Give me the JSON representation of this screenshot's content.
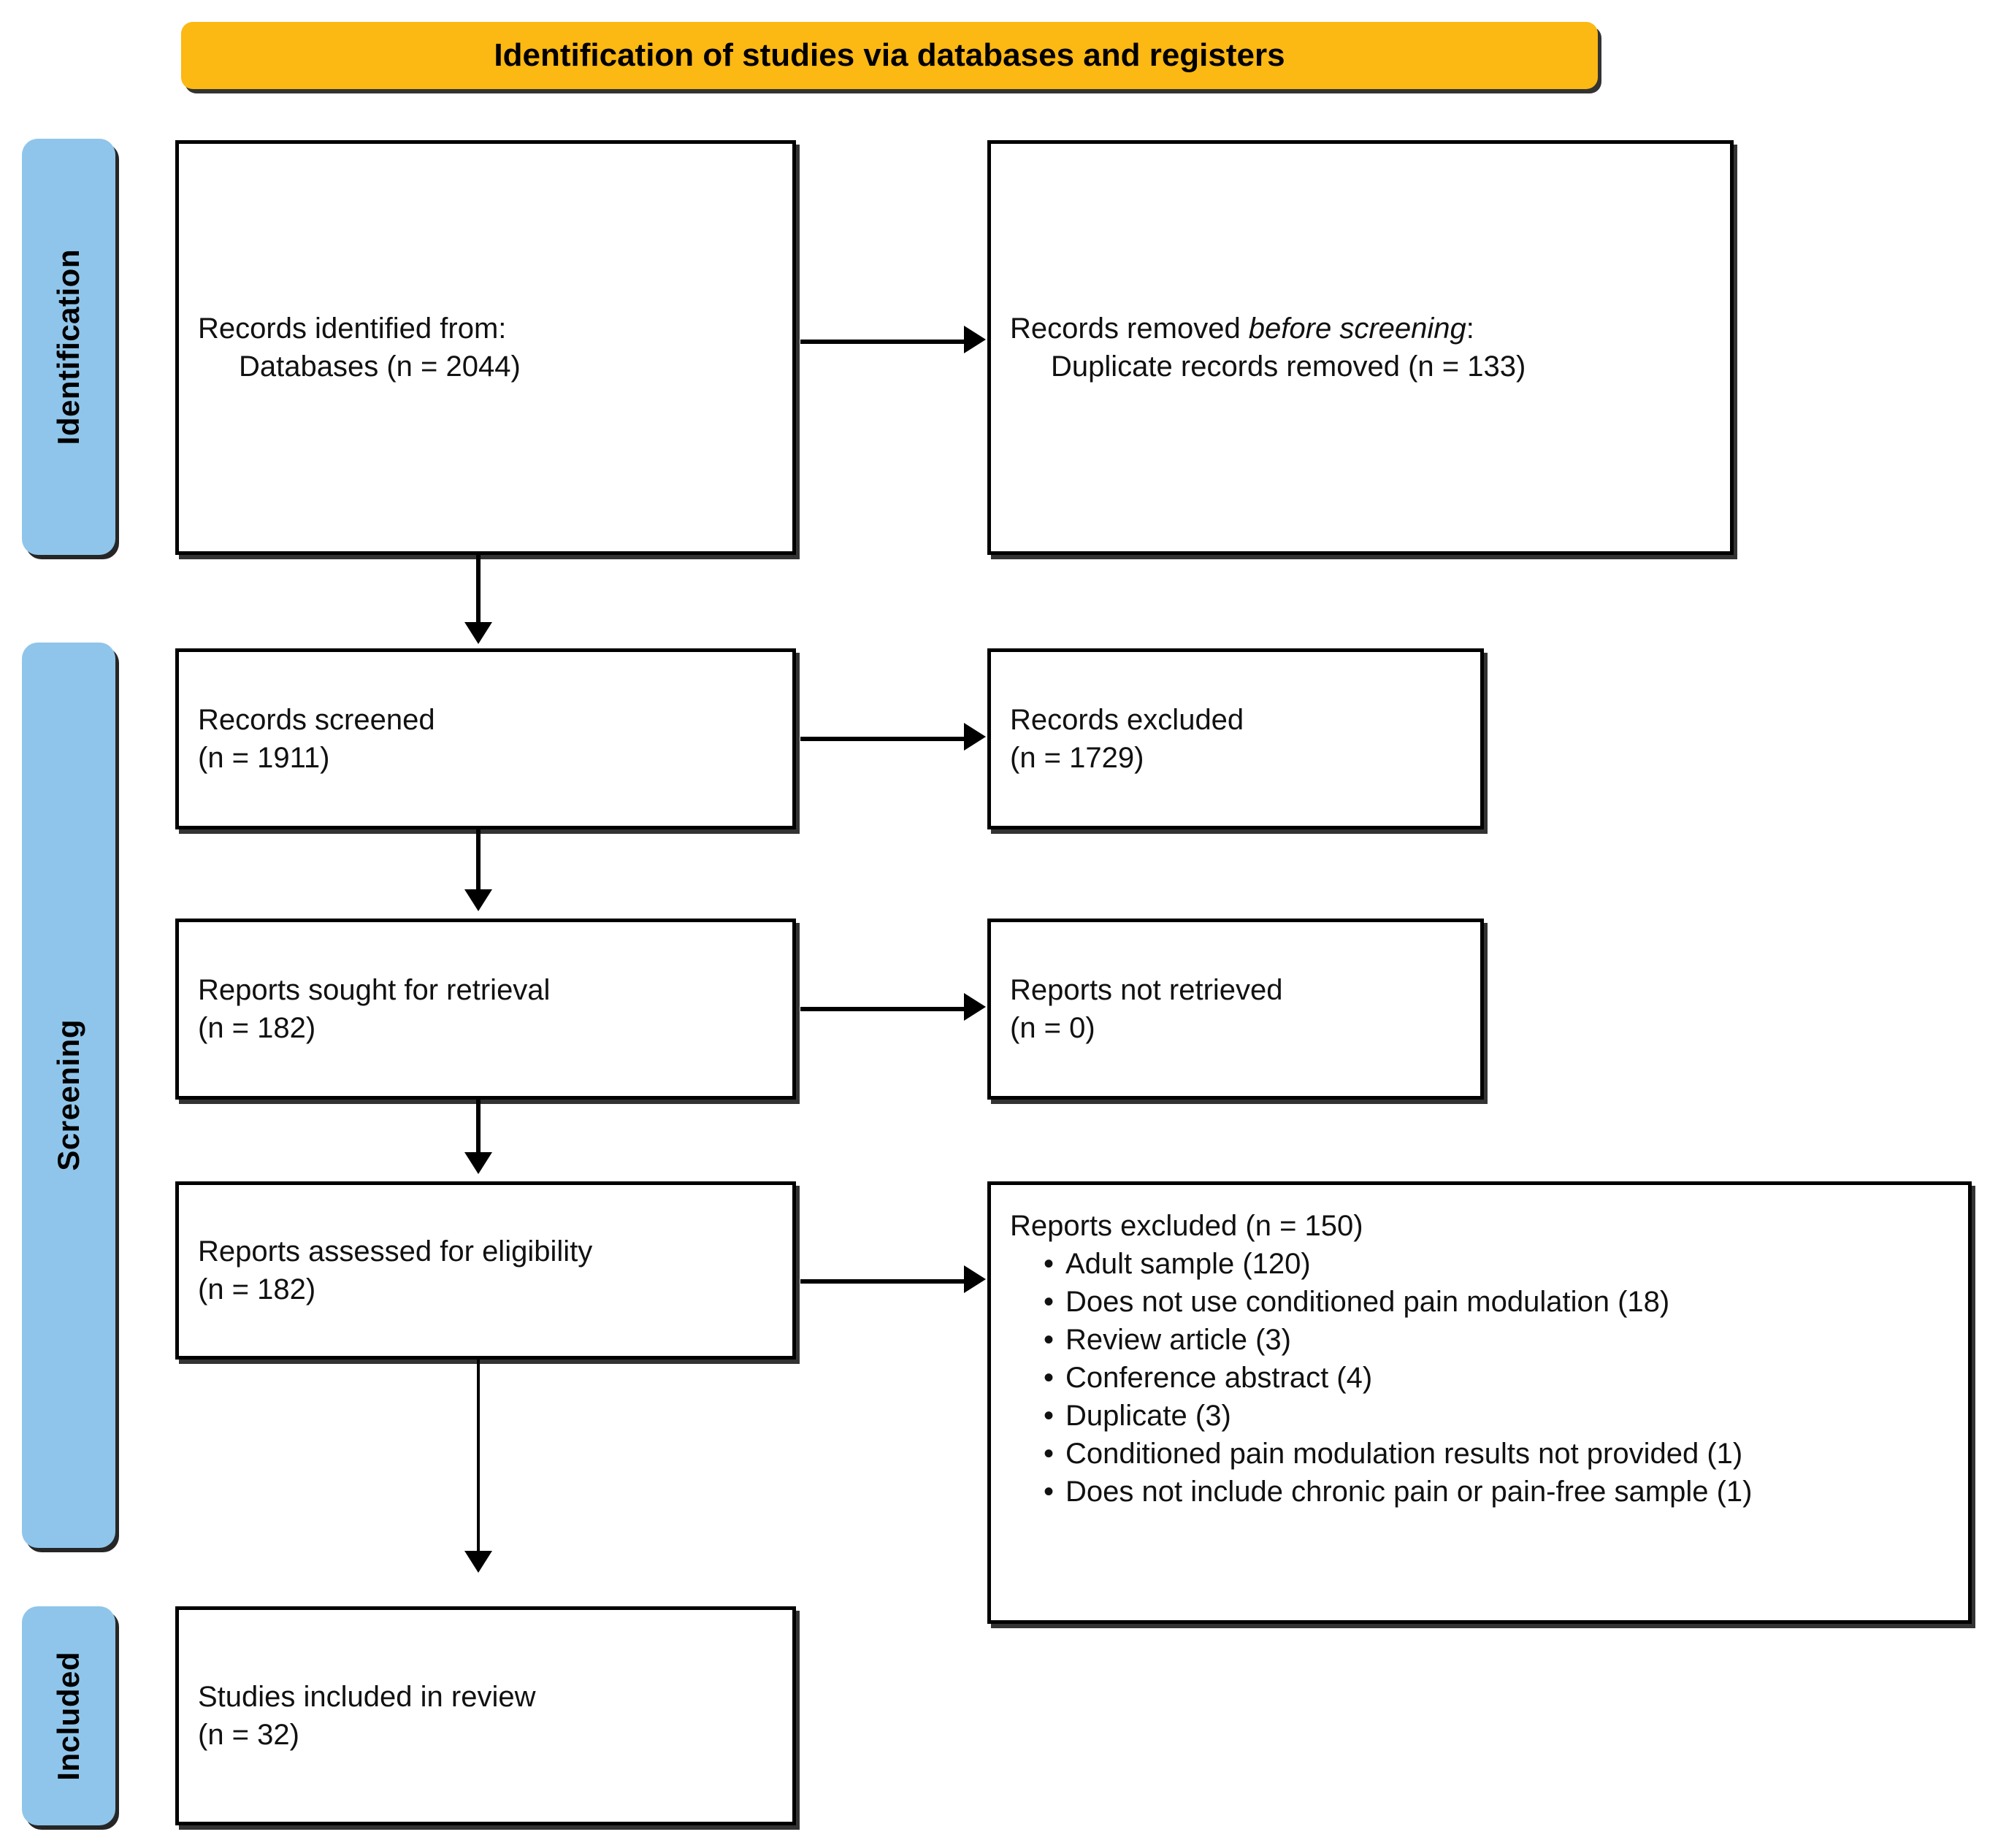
{
  "banner": {
    "title": "Identification of studies via databases and registers"
  },
  "stages": [
    {
      "id": "identification",
      "label": "Identification"
    },
    {
      "id": "screening",
      "label": "Screening"
    },
    {
      "id": "included",
      "label": "Included"
    }
  ],
  "boxes": {
    "identified": {
      "line1": "Records identified from:",
      "line2": "Databases (n = 2044)"
    },
    "removed": {
      "line1_prefix": "Records removed ",
      "line1_italic": "before screening",
      "line1_suffix": ":",
      "line2": "Duplicate records removed (n = 133)"
    },
    "screened": {
      "line1": "Records screened",
      "line2": "(n = 1911)"
    },
    "excluded": {
      "line1": "Records excluded",
      "line2": "(n = 1729)"
    },
    "sought": {
      "line1": "Reports sought for retrieval",
      "line2": "(n = 182)"
    },
    "not_retrieved": {
      "line1": "Reports not retrieved",
      "line2": "(n = 0)"
    },
    "assessed": {
      "line1": "Reports assessed for eligibility",
      "line2": "(n = 182)"
    },
    "reports_excluded": {
      "title": "Reports excluded (n = 150)",
      "reasons": [
        "Adult sample (120)",
        "Does not use conditioned pain modulation (18)",
        "Review article (3)",
        "Conference abstract (4)",
        "Duplicate (3)",
        "Conditioned pain modulation results not provided (1)",
        "Does not include chronic pain or pain-free sample (1)"
      ]
    },
    "included": {
      "line1": "Studies included in review",
      "line2": "(n = 32)"
    }
  },
  "colors": {
    "banner_bg": "#fcb813",
    "stage_bg": "#8fc5ea",
    "box_border": "#000000",
    "box_bg": "#ffffff",
    "text": "#000000"
  }
}
